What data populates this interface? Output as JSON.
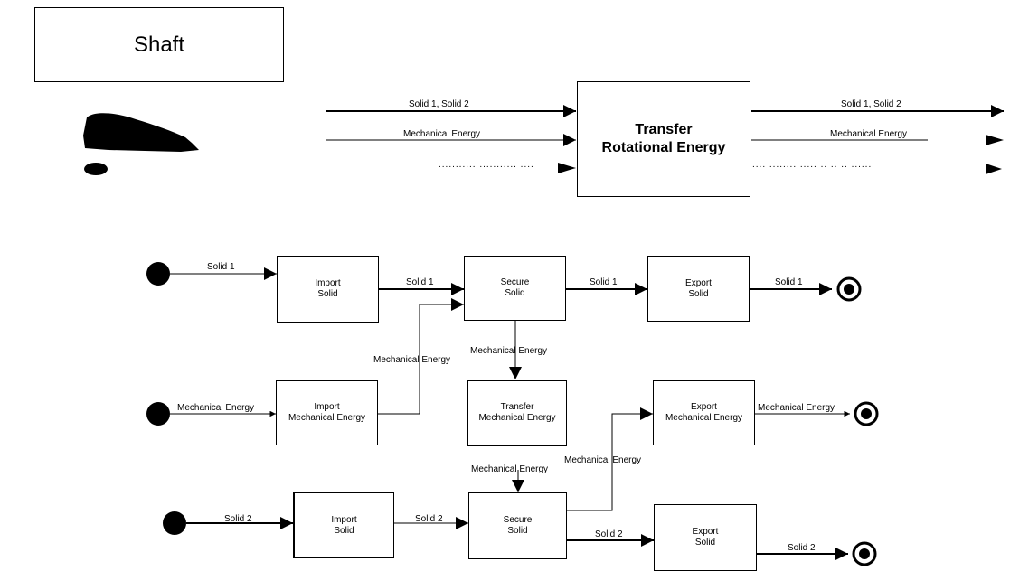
{
  "title": "Shaft",
  "black_box": {
    "function_line1": "Transfer",
    "function_line2": "Rotational Energy",
    "in_flow_1": "Solid 1, Solid 2",
    "in_flow_2": "Mechanical Energy",
    "out_flow_1": "Solid 1, Solid 2",
    "out_flow_2": "Mechanical Energy",
    "dots_in": "........... ........... ....",
    "dots_out": ".... ........ ..... .. .. .. ......"
  },
  "functions": {
    "import_solid_1": [
      "Import",
      "Solid"
    ],
    "secure_solid_1": [
      "Secure",
      "Solid"
    ],
    "export_solid_1": [
      "Export",
      "Solid"
    ],
    "import_mech": [
      "Import",
      "Mechanical Energy"
    ],
    "transfer_mech": [
      "Transfer",
      "Mechanical Energy"
    ],
    "export_mech": [
      "Export",
      "Mechanical Energy"
    ],
    "import_solid_2": [
      "Import",
      "Solid"
    ],
    "secure_solid_2": [
      "Secure",
      "Solid"
    ],
    "export_solid_2": [
      "Export",
      "Solid"
    ]
  },
  "flows": {
    "solid1": "Solid 1",
    "solid2": "Solid 2",
    "mech": "Mechanical Energy"
  },
  "colors": {
    "line": "#000000",
    "background": "#ffffff"
  }
}
